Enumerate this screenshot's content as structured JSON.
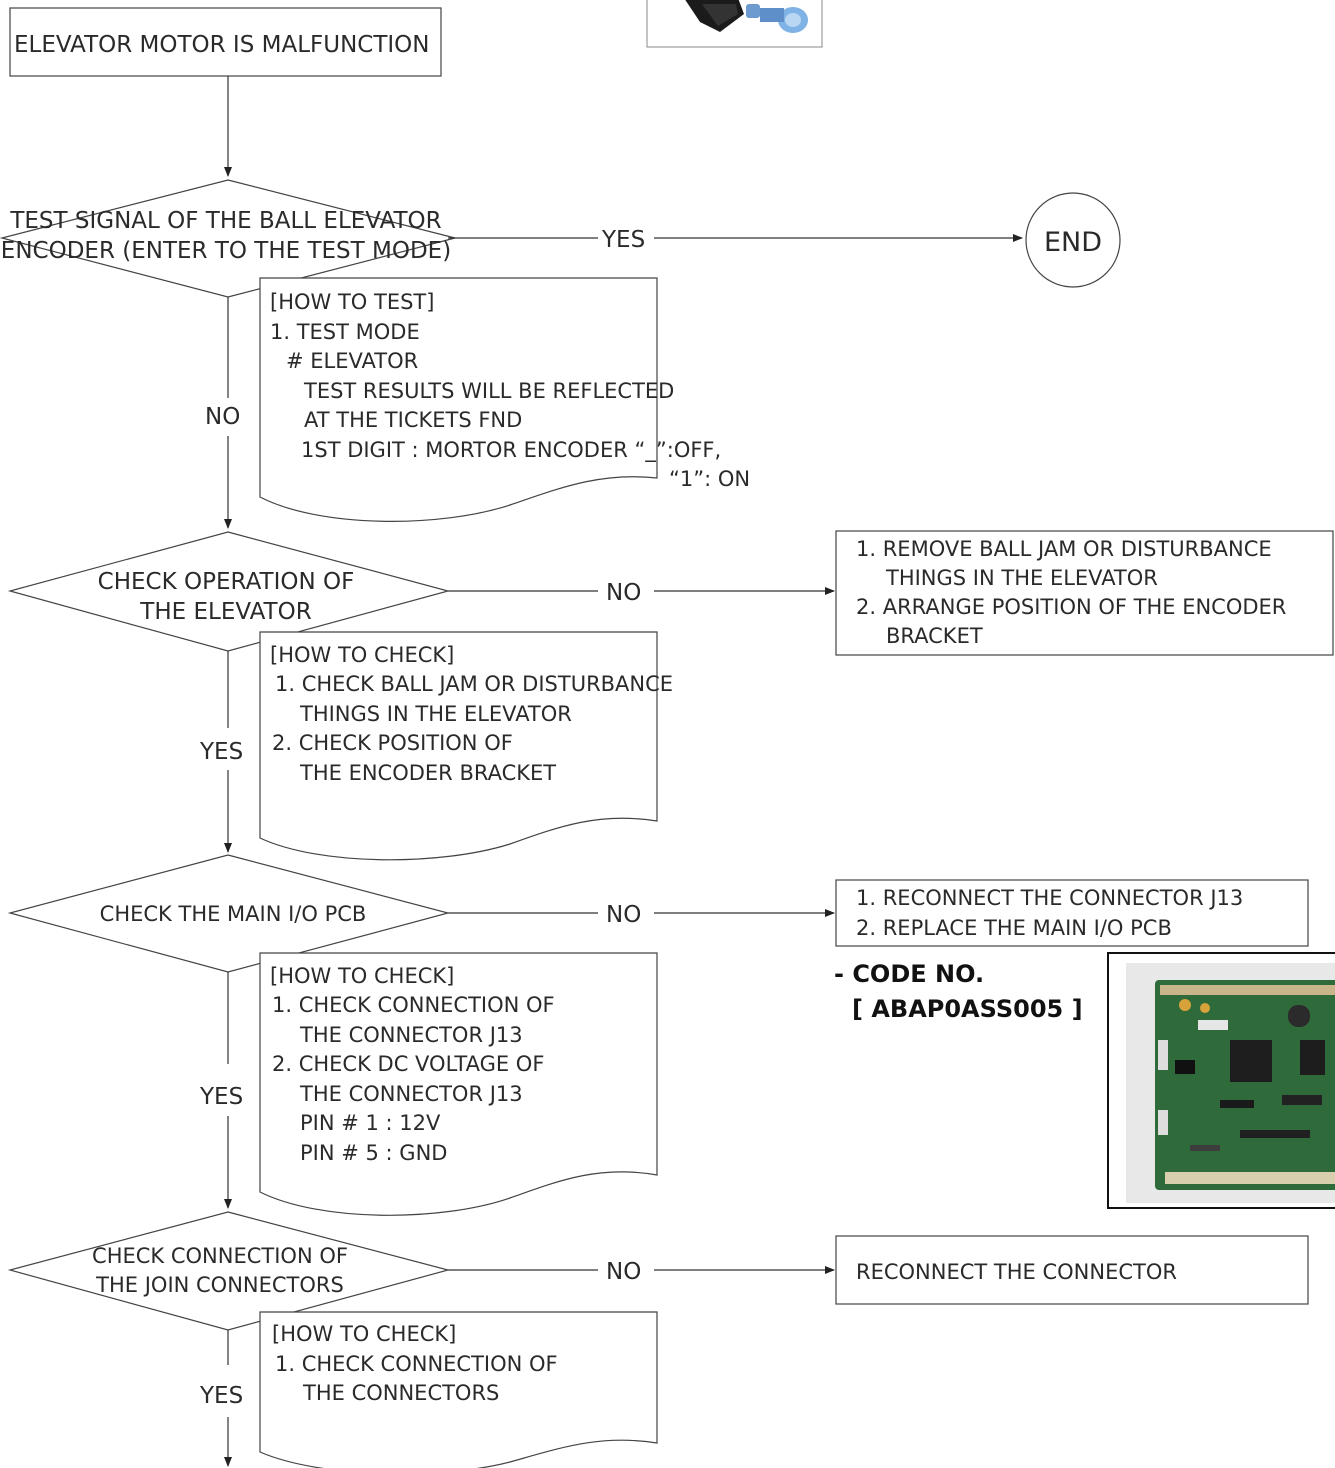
{
  "start": {
    "label": "ELEVATOR MOTOR IS MALFUNCTION"
  },
  "end": {
    "label": "END"
  },
  "decisions": [
    {
      "lines": [
        "TEST SIGNAL OF THE BALL ELEVATOR",
        "ENCODER (ENTER TO THE TEST MODE)"
      ],
      "right_branch": "YES",
      "down_branch": "NO",
      "note": [
        "[HOW TO TEST]",
        "1. TEST MODE",
        "# ELEVATOR",
        "TEST RESULTS WILL BE REFLECTED",
        "AT THE TICKETS FND",
        "1ST DIGIT :  MORTOR ENCODER “_”:OFF,",
        "“1”: ON"
      ]
    },
    {
      "lines": [
        "CHECK OPERATION OF",
        "THE ELEVATOR"
      ],
      "right_branch": "NO",
      "down_branch": "YES",
      "note": [
        "[HOW TO CHECK]",
        "1. CHECK BALL JAM OR DISTURBANCE",
        "THINGS IN THE ELEVATOR",
        "2. CHECK POSITION OF",
        "THE ENCODER BRACKET"
      ],
      "action": [
        "1. REMOVE BALL JAM OR DISTURBANCE",
        "THINGS IN THE ELEVATOR",
        "2. ARRANGE POSITION OF THE ENCODER",
        "BRACKET"
      ]
    },
    {
      "lines": [
        "CHECK THE MAIN I/O PCB"
      ],
      "right_branch": "NO",
      "down_branch": "YES",
      "note": [
        "[HOW TO CHECK]",
        "1. CHECK CONNECTION OF",
        "THE CONNECTOR J13",
        "2. CHECK DC VOLTAGE OF",
        "THE CONNECTOR J13",
        "PIN # 1 : 12V",
        "PIN # 5 : GND"
      ],
      "action": [
        "1. RECONNECT THE CONNECTOR J13",
        "2. REPLACE THE MAIN I/O PCB"
      ]
    },
    {
      "lines": [
        "CHECK CONNECTION OF",
        "THE JOIN CONNECTORS"
      ],
      "right_branch": "NO",
      "down_branch": "YES",
      "note": [
        "[HOW TO CHECK]",
        "1. CHECK CONNECTION OF",
        "THE CONNECTORS"
      ],
      "action": [
        "RECONNECT THE CONNECTOR"
      ]
    }
  ],
  "part_code": {
    "line1": "- CODE NO.",
    "line2": "[ ABAP0ASS005 ]"
  },
  "colors": {
    "line": "#333333",
    "text": "#2a2a2a",
    "pcb_green": "#2f6b3a"
  }
}
